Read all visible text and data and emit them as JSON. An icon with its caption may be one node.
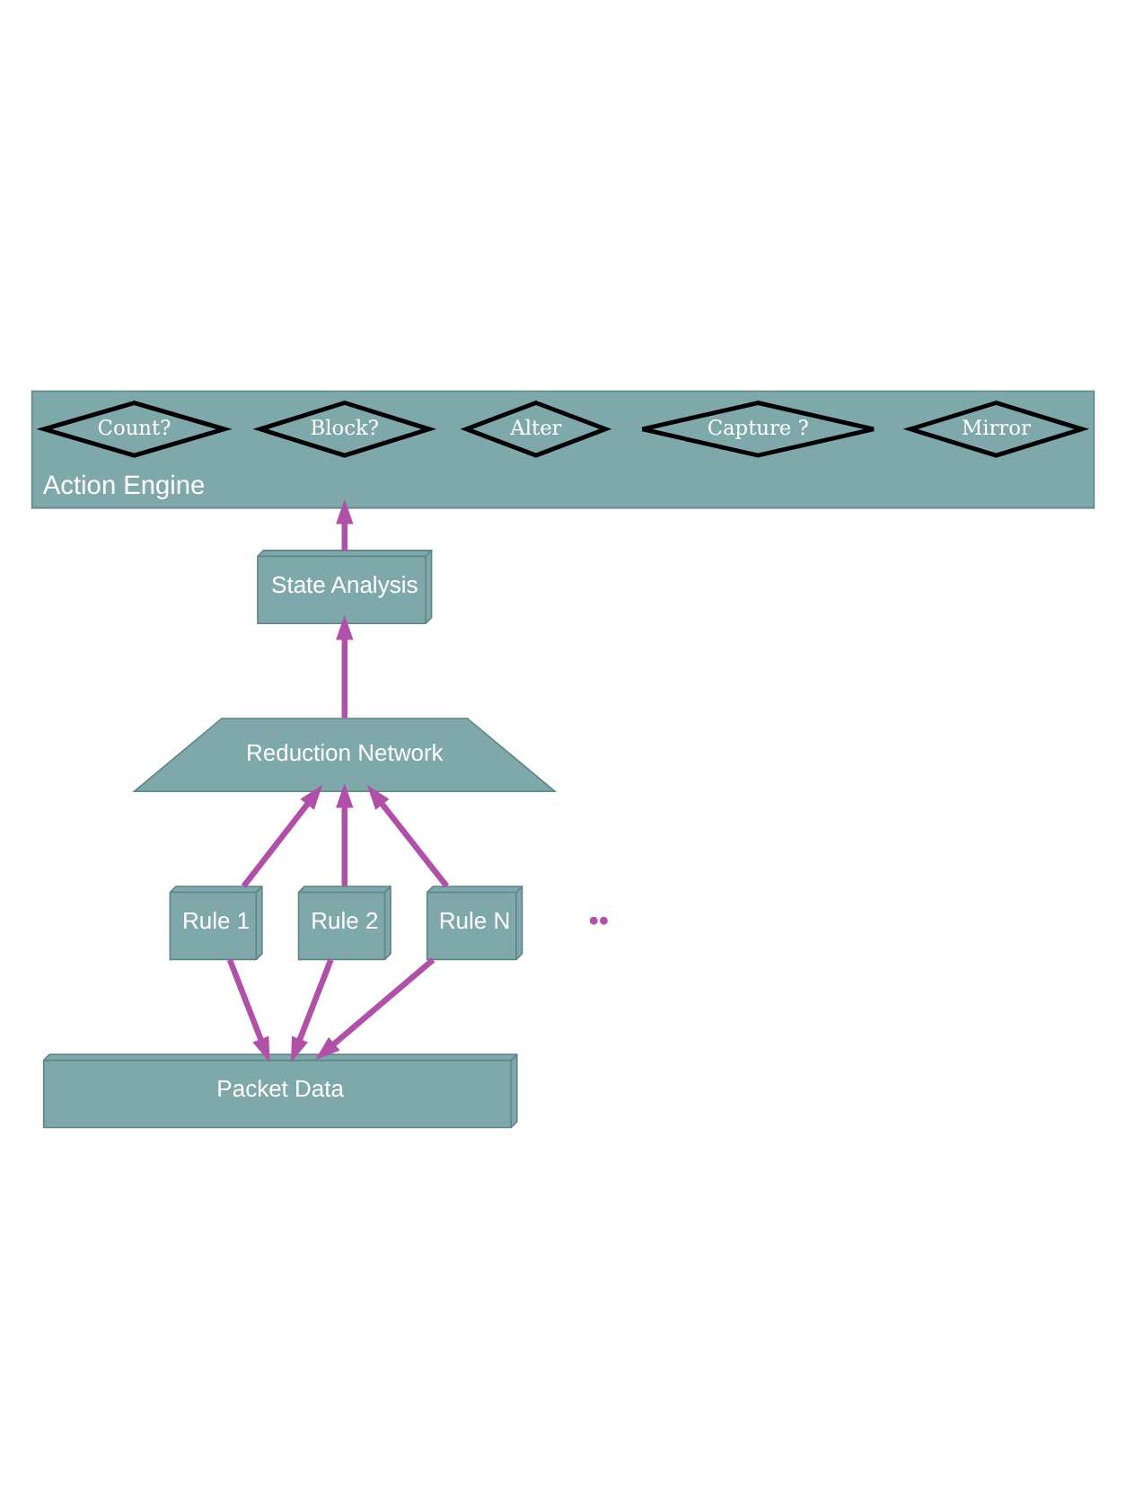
{
  "diagram": {
    "nodes": [
      {
        "text": [
          "Action Engine"
        ]
      },
      {
        "text": [
          "Mirror"
        ],
        "in": 0
      },
      {
        "text": [
          "Capture ?"
        ],
        "in": 0
      },
      {
        "text": [
          "Alter"
        ],
        "in": 0
      },
      {
        "text": [
          "Block?"
        ],
        "in": 0
      },
      {
        "text": [
          "Count?"
        ],
        "in": 0
      },
      {
        "text": [
          "State Analysis"
        ]
      },
      {
        "text": [
          "Reduction Network"
        ]
      },
      {
        "text": [
          "Rule 1"
        ]
      },
      {
        "text": [
          "Rule 2"
        ]
      },
      {
        "text": [
          "Rule N"
        ]
      },
      {
        "text": [
          "Packet Data"
        ]
      }
    ],
    "edges": [
      {
        "from": 6,
        "to": 0,
        "arrow": "to"
      },
      {
        "from": 7,
        "to": 6,
        "arrow": "to"
      },
      {
        "from": 8,
        "to": 7,
        "arrow": "to"
      },
      {
        "from": 9,
        "to": 7,
        "arrow": "to"
      },
      {
        "from": 10,
        "to": 7,
        "arrow": "to"
      },
      {
        "from": 8,
        "to": 11,
        "arrow": "to"
      },
      {
        "from": 9,
        "to": 11,
        "arrow": "to"
      },
      {
        "from": 10,
        "to": 11,
        "arrow": "to"
      }
    ],
    "labels": [
      "••"
    ]
  }
}
